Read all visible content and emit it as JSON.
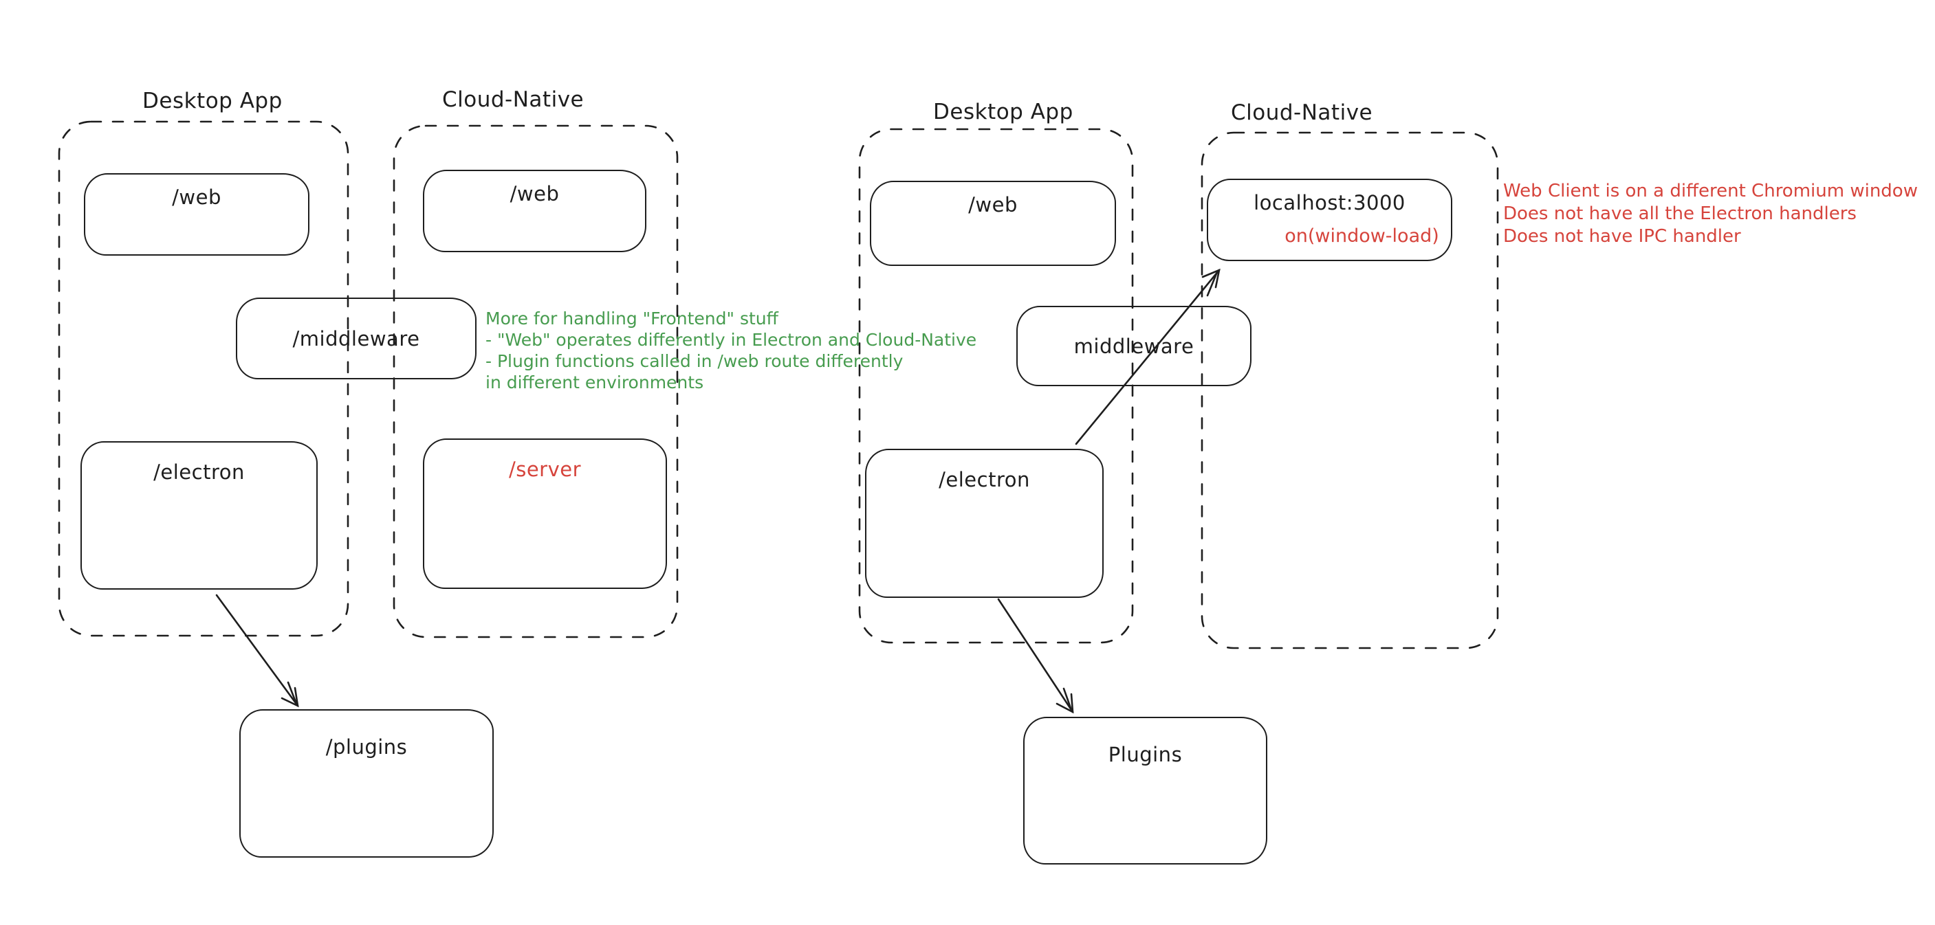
{
  "palette": {
    "ink": "#1e1e1e",
    "green": "#479c4f",
    "red": "#d6443c",
    "bg": "#ffffff"
  },
  "left_diagram": {
    "desktop_title": "Desktop App",
    "cloud_title": "Cloud-Native",
    "desktop_web": "/web",
    "cloud_web": "/web",
    "middleware": "/middleware",
    "electron": "/electron",
    "server": "/server",
    "plugins": "/plugins"
  },
  "right_diagram": {
    "desktop_title": "Desktop App",
    "cloud_title": "Cloud-Native",
    "web": "/web",
    "middleware": "middleware",
    "localhost": "localhost:3000",
    "localhost_event": "on(window-load)",
    "electron": "/electron",
    "plugins": "Plugins"
  },
  "green_note": {
    "lines": [
      "More for handling \"Frontend\" stuff",
      "- \"Web\" operates differently in Electron and Cloud-Native",
      "- Plugin functions called in /web route differently",
      "in different environments"
    ]
  },
  "red_note": {
    "lines": [
      "Web Client is on a different Chromium window",
      "Does not have all the Electron handlers",
      "Does not have IPC handler"
    ]
  }
}
